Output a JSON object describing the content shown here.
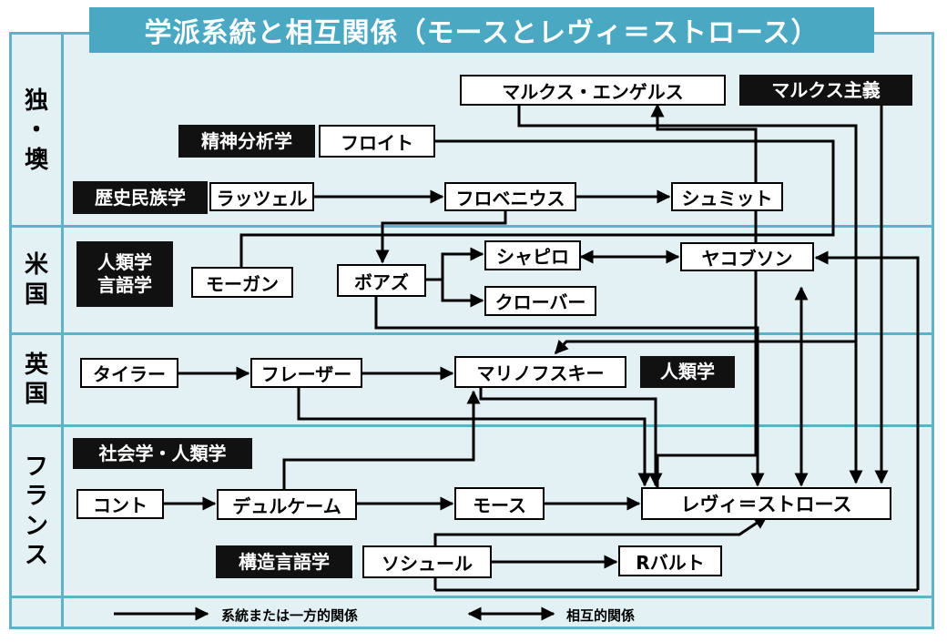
{
  "title": "学派系統と相互関係（モースとレヴィ＝ストロース）",
  "regions": [
    "独・墺",
    "米国",
    "英国",
    "フランス"
  ],
  "labels": {
    "marxism": "マルクス主義",
    "psychoanalysis": "精神分析学",
    "historical_ethnology": "歴史民族学",
    "us_anthropology": [
      "人類学",
      "言語学"
    ],
    "uk_anthropology": "人類学",
    "sociology_anthropology": "社会学・人類学",
    "structural_linguistics": "構造言語学"
  },
  "nodes": {
    "marx_engels": "マルクス・エンゲルス",
    "freud": "フロイト",
    "ratzel": "ラッツェル",
    "frobenius": "フロベニウス",
    "schmidt": "シュミット",
    "morgan": "モーガン",
    "boas": "ボアズ",
    "sapir": "シャピロ",
    "jakobson": "ヤコブソン",
    "kroeber": "クローバー",
    "tylor": "タイラー",
    "frazer": "フレーザー",
    "malinowski": "マリノフスキー",
    "comte": "コント",
    "durkheim": "デュルケーム",
    "mauss": "モース",
    "levi_strauss": "レヴィ＝ストロース",
    "saussure": "ソシュール",
    "barthes": "Rバルト"
  },
  "legend": {
    "one_way": "系統または一方的関係",
    "mutual": "相互的関係"
  }
}
